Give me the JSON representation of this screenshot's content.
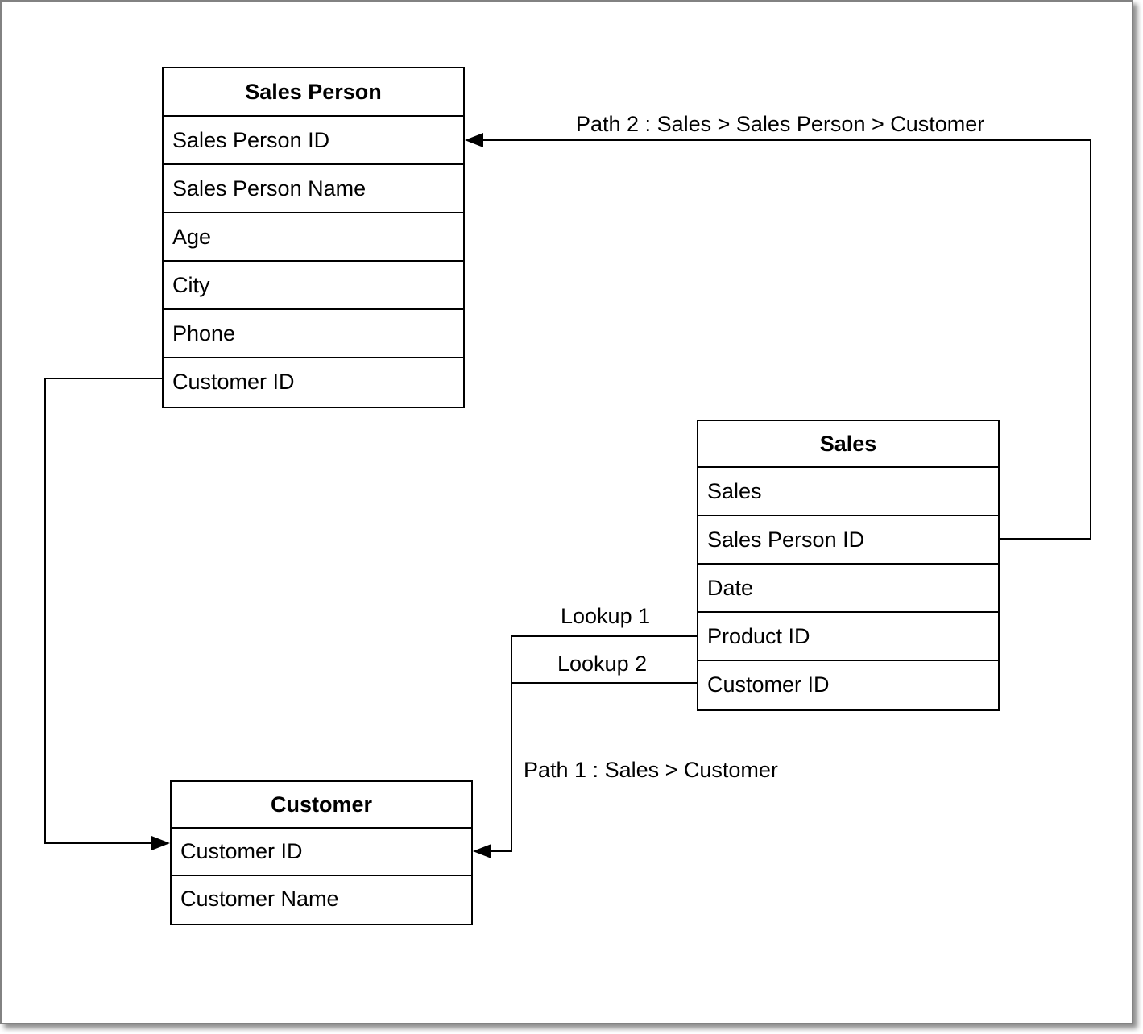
{
  "diagram": {
    "tables": {
      "sales_person": {
        "title": "Sales Person",
        "rows": [
          "Sales Person ID",
          "Sales Person Name",
          "Age",
          "City",
          "Phone",
          "Customer ID"
        ]
      },
      "sales": {
        "title": "Sales",
        "rows": [
          "Sales",
          "Sales Person ID",
          "Date",
          "Product ID",
          "Customer ID"
        ]
      },
      "customer": {
        "title": "Customer",
        "rows": [
          "Customer ID",
          "Customer Name"
        ]
      }
    },
    "labels": {
      "path2": "Path 2 : Sales > Sales Person > Customer",
      "path1": "Path 1 : Sales > Customer",
      "lookup1": "Lookup 1",
      "lookup2": "Lookup 2"
    },
    "colors": {
      "line": "#000000",
      "table_border": "#000000",
      "background": "#ffffff",
      "frame_border": "#828282"
    }
  }
}
